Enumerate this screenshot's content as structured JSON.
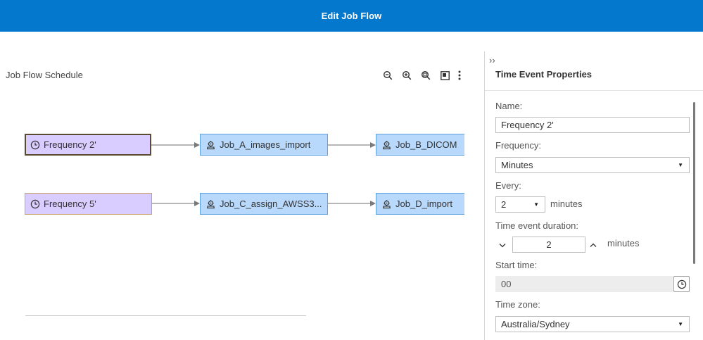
{
  "header": {
    "title": "Edit Job Flow"
  },
  "canvas": {
    "title": "Job Flow Schedule",
    "toolbar": [
      {
        "icon": "zoom-out-icon"
      },
      {
        "icon": "zoom-in-icon"
      },
      {
        "icon": "zoom-fit-icon"
      },
      {
        "icon": "overview-icon"
      },
      {
        "icon": "more-options-icon"
      }
    ],
    "nodes": {
      "freq2": {
        "label": "Frequency 2'",
        "icon": "clock-icon"
      },
      "jobA": {
        "label": "Job_A_images_import",
        "icon": "job-icon"
      },
      "jobB": {
        "label": "Job_B_DICOM",
        "icon": "job-icon"
      },
      "freq5": {
        "label": "Frequency 5'",
        "icon": "clock-icon"
      },
      "jobC": {
        "label": "Job_C_assign_AWSS3...",
        "icon": "job-icon"
      },
      "jobD": {
        "label": "Job_D_import",
        "icon": "job-icon"
      }
    }
  },
  "panel": {
    "collapse_glyph": "››",
    "title": "Time Event Properties",
    "name": {
      "label": "Name:",
      "value": "Frequency 2'"
    },
    "frequency": {
      "label": "Frequency:",
      "value": "Minutes"
    },
    "every": {
      "label": "Every:",
      "value": "2",
      "unit": "minutes"
    },
    "duration": {
      "label": "Time event duration:",
      "value": "2",
      "unit": "minutes"
    },
    "start_time": {
      "label": "Start time:",
      "value": "00"
    },
    "time_zone": {
      "label": "Time zone:",
      "value": "Australia/Sydney"
    }
  },
  "colors": {
    "header": "#0378cd",
    "time_node": "#d9ccff",
    "job_node": "#b8d9fb",
    "job_border": "#5ea0e0"
  }
}
